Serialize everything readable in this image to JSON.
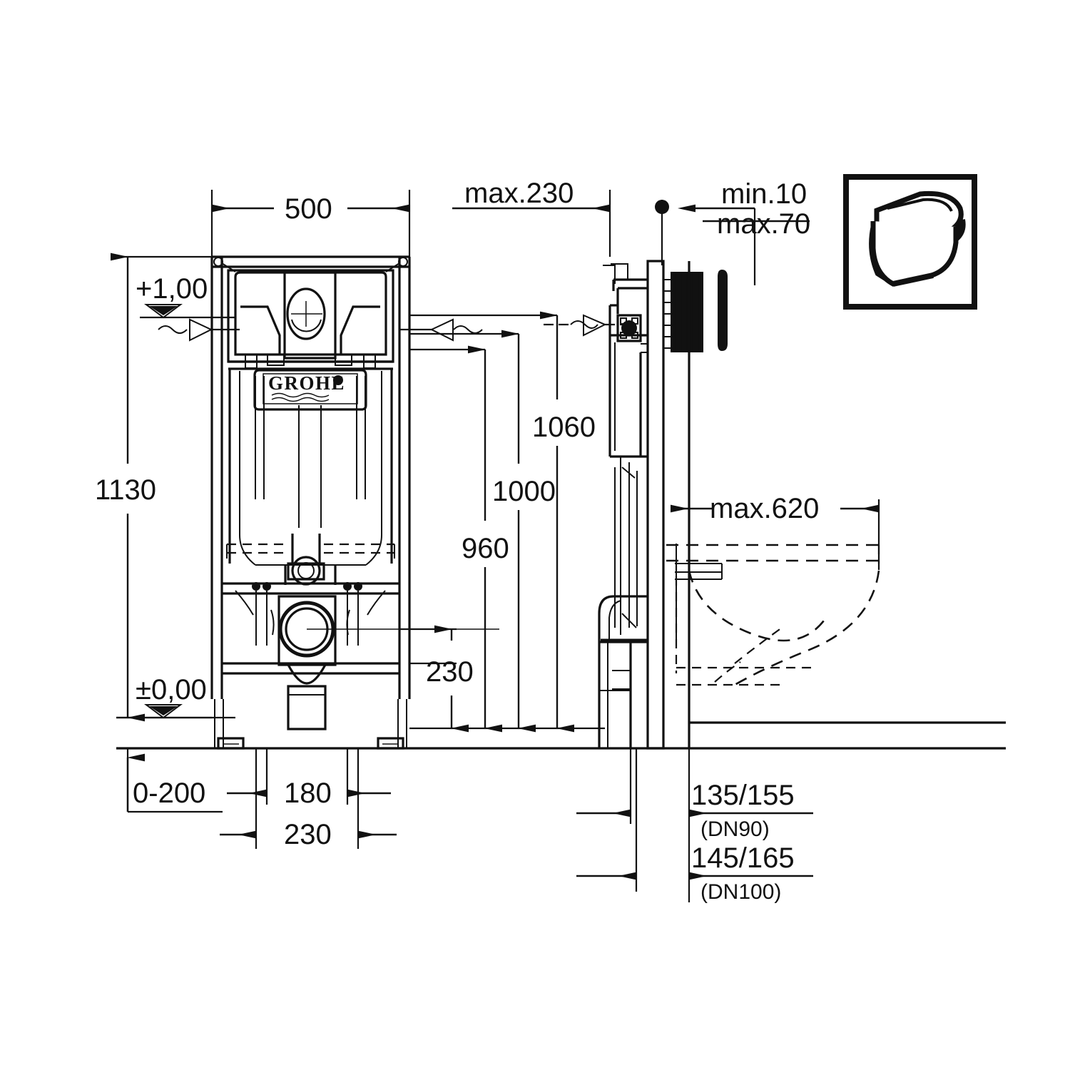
{
  "drawing": {
    "title": "GROHE Rapid SL WC installation frame dimensional drawing",
    "brand": "GROHE",
    "line_color": "#111111",
    "background_color": "#ffffff"
  },
  "dimensions": {
    "width_top": "500",
    "offset_max_230": "max.230",
    "plate_min_10": "min.10",
    "plate_max_70": "max.70",
    "frame_height_1130": "1130",
    "level_top": "+1,00",
    "level_zero": "±0,00",
    "height_1060": "1060",
    "height_1000": "1000",
    "height_960": "960",
    "height_230": "230",
    "projection_max_620": "max.620",
    "floor_range_0_200": "0-200",
    "bolt_spacing_180": "180",
    "bolt_spacing_230": "230",
    "drain_dn90_value": "135/155",
    "drain_dn90_label": "(DN90)",
    "drain_dn100_value": "145/165",
    "drain_dn100_label": "(DN100)"
  },
  "inset": {
    "caption": "wall-hung-wc-product-photo"
  },
  "icons": {
    "water_level_top": "level-triangle-icon",
    "water_level_zero": "level-triangle-icon",
    "supply_left": "water-supply-arrow-icon",
    "supply_right": "water-supply-arrow-icon",
    "supply_side": "water-supply-arrow-icon",
    "product_inset": "wall-hung-toilet-icon"
  }
}
